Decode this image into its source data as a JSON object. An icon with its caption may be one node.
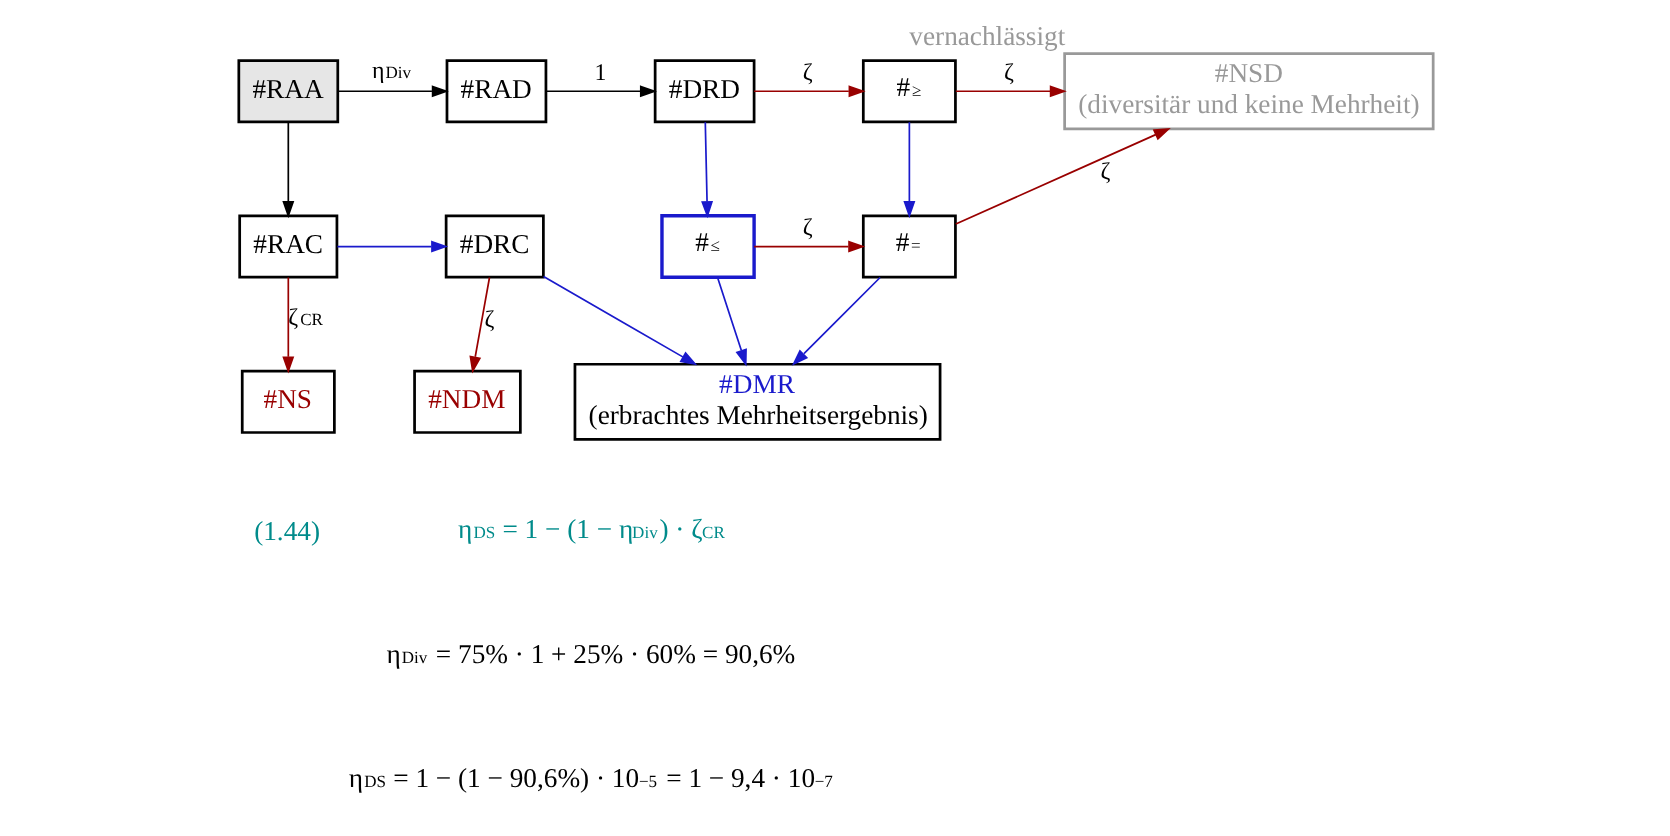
{
  "diagram": {
    "nodes": [
      {
        "text": [
          "#RAA"
        ]
      },
      {
        "text": [
          "#RAD"
        ]
      },
      {
        "text": [
          "#DRD"
        ]
      },
      {
        "text": [
          "#$_{≥}$"
        ]
      },
      {
        "text": [
          "#NSD",
          "(diversitär und keine Mehrheit)"
        ],
        "beside": [
          "vernachlässigt"
        ]
      },
      {
        "text": [
          "#RAC"
        ]
      },
      {
        "text": [
          "#DRC"
        ]
      },
      {
        "text": [
          "#$_{≤}$"
        ]
      },
      {
        "text": [
          "#$_{=}$"
        ]
      },
      {
        "text": [
          "#NS"
        ]
      },
      {
        "text": [
          "#NDM"
        ]
      },
      {
        "text": [
          "#DMR",
          "(erbrachtes Mehrheitsergebnis)"
        ]
      }
    ],
    "edges": [
      {
        "from": 0,
        "to": 1,
        "arrow": "to",
        "label": "η$_{Div}$",
        "color": "#000000"
      },
      {
        "from": 1,
        "to": 2,
        "arrow": "to",
        "label": "1",
        "color": "#000000"
      },
      {
        "from": 2,
        "to": 3,
        "arrow": "to",
        "label": "ζ",
        "color": "#990000"
      },
      {
        "from": 3,
        "to": 4,
        "arrow": "to",
        "label": "ζ",
        "color": "#990000"
      },
      {
        "from": 0,
        "to": 5,
        "arrow": "to",
        "color": "#000000"
      },
      {
        "from": 5,
        "to": 9,
        "arrow": "to",
        "label": "ζ$_{CR}$",
        "color": "#990000"
      },
      {
        "from": 5,
        "to": 6,
        "arrow": "to",
        "color": "#1a1acc"
      },
      {
        "from": 6,
        "to": 10,
        "arrow": "to",
        "label": "ζ",
        "color": "#990000"
      },
      {
        "from": 6,
        "to": 11,
        "arrow": "to",
        "color": "#1a1acc"
      },
      {
        "from": 2,
        "to": 7,
        "arrow": "to",
        "color": "#1a1acc"
      },
      {
        "from": 3,
        "to": 8,
        "arrow": "to",
        "color": "#1a1acc"
      },
      {
        "from": 7,
        "to": 8,
        "arrow": "to",
        "label": "ζ",
        "color": "#990000"
      },
      {
        "from": 8,
        "to": 4,
        "arrow": "to",
        "label": "ζ",
        "color": "#990000"
      },
      {
        "from": 7,
        "to": 11,
        "arrow": "to",
        "color": "#1a1acc"
      },
      {
        "from": 8,
        "to": 11,
        "arrow": "to",
        "color": "#1a1acc"
      }
    ],
    "labels": [
      "(1.44)",
      "η$_{DS}$ = 1 − (1 − η$_{Div}$) · ζ$_{CR}$",
      "η$_{Div}$ = 75% · 1 + 25% · 60% = 90,6%",
      "η$_{DS}$ = 1 − (1 − 90,6%) · 10$^{−5}$ = 1 − 9,4 · 10$^{−7}$"
    ]
  }
}
